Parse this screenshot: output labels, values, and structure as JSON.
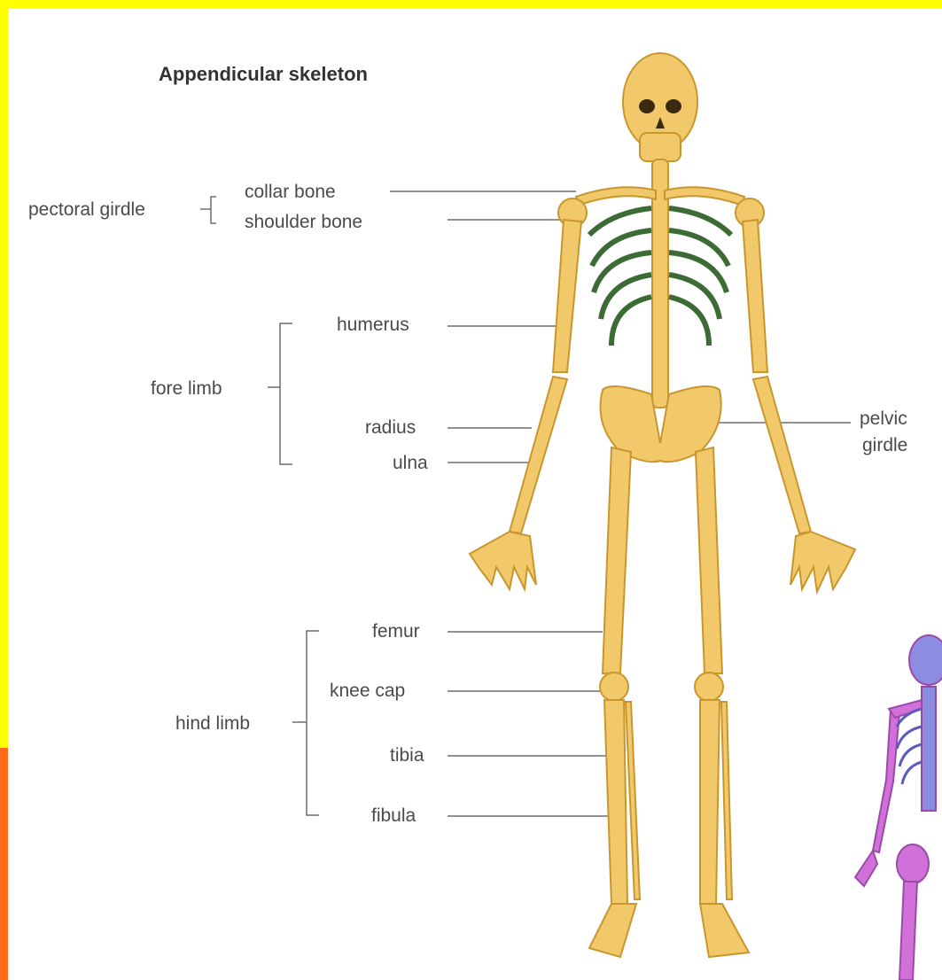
{
  "title": "Appendicular skeleton",
  "labels": {
    "collar_bone": "collar bone",
    "shoulder_bone": "shoulder bone",
    "pectoral_girdle": "pectoral girdle",
    "humerus": "humerus",
    "fore_limb": "fore limb",
    "radius": "radius",
    "ulna": "ulna",
    "pelvic": "pelvic",
    "girdle": "girdle",
    "femur": "femur",
    "knee_cap": "knee cap",
    "hind_limb": "hind limb",
    "tibia": "tibia",
    "fibula": "fibula"
  },
  "colors": {
    "frame_top": "#ffff00",
    "frame_bottom": "#ff6a1a",
    "bone": "#f2c96a",
    "bone_outline": "#c9962e",
    "pectoral_fill": "#3d6b35",
    "second_skeleton": "#d070d8",
    "second_skeleton_axial": "#8c8ce0"
  }
}
